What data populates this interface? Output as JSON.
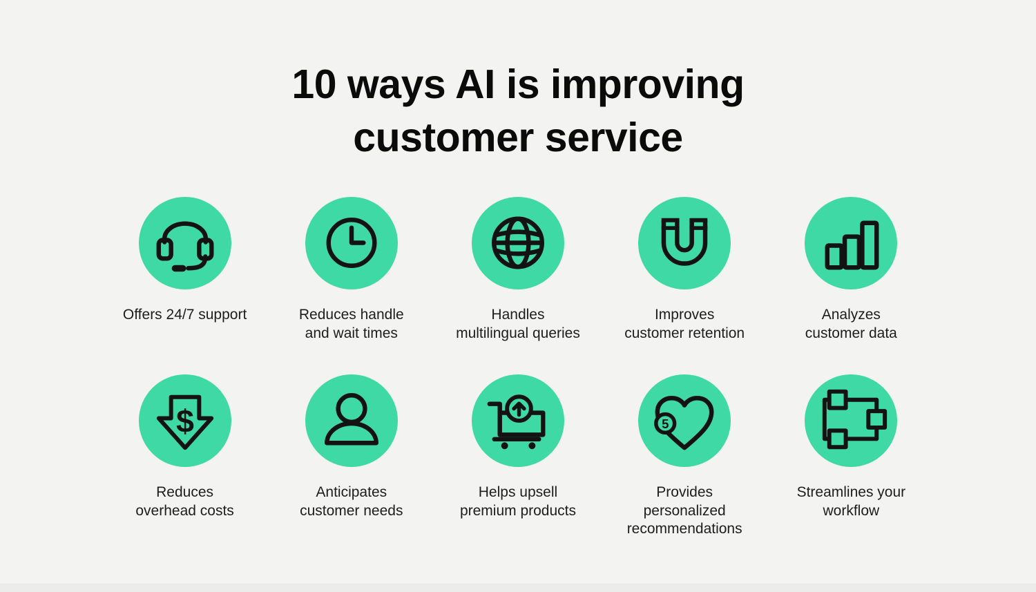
{
  "title": {
    "line1": "10 ways AI is improving",
    "line2": "customer service"
  },
  "colors": {
    "background": "#f3f3f1",
    "circle_green": "#3ed9a5",
    "icon_stroke": "#131313",
    "title_text": "#0b0b0b",
    "label_text": "#1d1d1d"
  },
  "items": [
    {
      "icon": "headset-icon",
      "label": "Offers 24/7 support"
    },
    {
      "icon": "clock-icon",
      "label": "Reduces handle\nand wait times"
    },
    {
      "icon": "globe-icon",
      "label": "Handles\nmultilingual queries"
    },
    {
      "icon": "magnet-icon",
      "label": "Improves\ncustomer retention"
    },
    {
      "icon": "bar-chart-icon",
      "label": "Analyzes\ncustomer data"
    },
    {
      "icon": "cost-down-arrow-icon",
      "symbol": "$",
      "label": "Reduces\noverhead costs"
    },
    {
      "icon": "person-icon",
      "label": "Anticipates\ncustomer needs"
    },
    {
      "icon": "cart-upsell-icon",
      "label": "Helps upsell\npremium products"
    },
    {
      "icon": "heart-badge-icon",
      "badge": "5",
      "label": "Provides\npersonalized\nrecommendations"
    },
    {
      "icon": "workflow-icon",
      "label": "Streamlines your\nworkflow"
    }
  ]
}
